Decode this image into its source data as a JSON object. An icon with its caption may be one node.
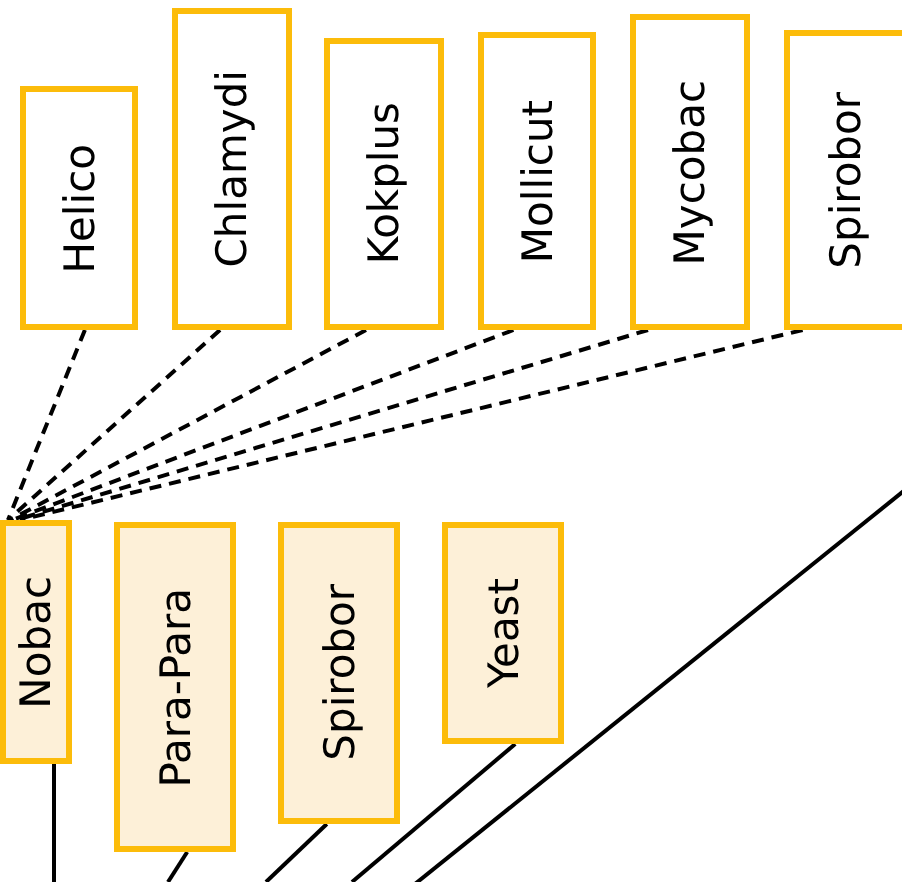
{
  "diagram": {
    "nodes": [
      {
        "text": [
          "Helico"
        ]
      },
      {
        "text": [
          "Chlamydi"
        ]
      },
      {
        "text": [
          "Kokplus"
        ]
      },
      {
        "text": [
          "Mollicut"
        ]
      },
      {
        "text": [
          "Mycobac"
        ]
      },
      {
        "text": [
          "Spirobor"
        ]
      },
      {
        "text": [
          "Nobac"
        ]
      },
      {
        "text": [
          "Para-Para"
        ]
      },
      {
        "text": [
          "Spirobor"
        ]
      },
      {
        "text": [
          "Yeast"
        ]
      }
    ],
    "edges": [
      {
        "from": 0,
        "to": 6,
        "arrow": "none",
        "style": "dashed"
      },
      {
        "from": 1,
        "to": 6,
        "arrow": "none",
        "style": "dashed"
      },
      {
        "from": 2,
        "to": 6,
        "arrow": "none",
        "style": "dashed"
      },
      {
        "from": 3,
        "to": 6,
        "arrow": "none",
        "style": "dashed"
      },
      {
        "from": 4,
        "to": 6,
        "arrow": "none",
        "style": "dashed"
      },
      {
        "from": 5,
        "to": 6,
        "arrow": "none",
        "style": "dashed"
      },
      {
        "from": 6,
        "to": null,
        "arrow": "none"
      },
      {
        "from": 7,
        "to": null,
        "arrow": "none"
      },
      {
        "from": 8,
        "to": null,
        "arrow": "none"
      },
      {
        "from": 9,
        "to": null,
        "arrow": "none"
      }
    ]
  }
}
